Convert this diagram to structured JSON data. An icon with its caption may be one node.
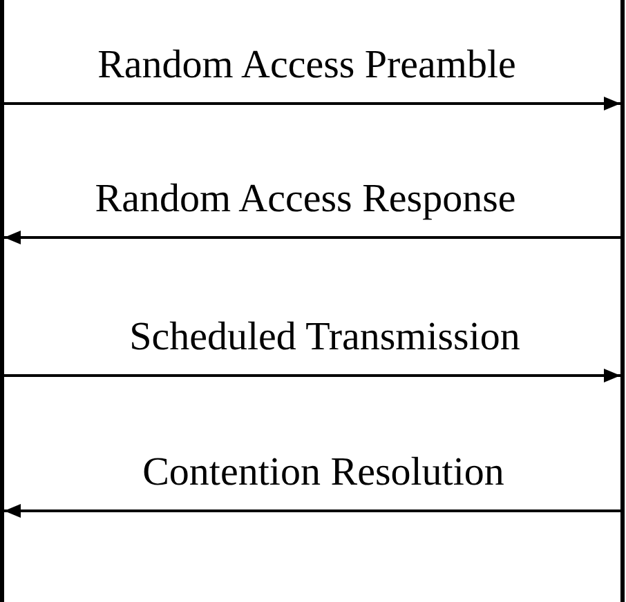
{
  "diagram": {
    "nodes": [
      {
        "text": [],
        "shape": "bar"
      },
      {
        "text": [],
        "shape": "bar"
      }
    ],
    "edges": [
      {
        "from": 0,
        "to": 1,
        "arrow": "to",
        "label": "Random Access Preamble"
      },
      {
        "from": 1,
        "to": 0,
        "arrow": "to",
        "label": "Random Access Response"
      },
      {
        "from": 0,
        "to": 1,
        "arrow": "to",
        "label": "Scheduled Transmission"
      },
      {
        "from": 1,
        "to": 0,
        "arrow": "to",
        "label": "Contention Resolution"
      }
    ]
  }
}
